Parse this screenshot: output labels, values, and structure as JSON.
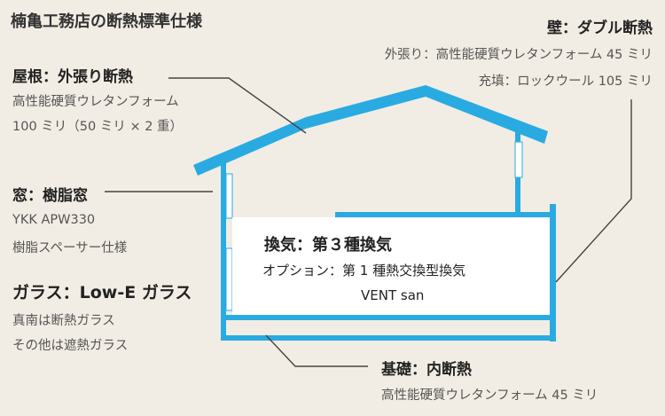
{
  "title": "楠亀工務店の断熱標準仕様",
  "roof": {
    "heading": "屋根：外張り断熱",
    "line1": "高性能硬質ウレタンフォーム",
    "line2": "100 ミリ（50 ミリ × 2 重）"
  },
  "wall": {
    "heading": "壁：ダブル断熱",
    "line1": "外張り：高性能硬質ウレタンフォーム 45 ミリ",
    "line2": "充填：ロックウール 105 ミリ"
  },
  "window": {
    "heading": "窓：樹脂窓",
    "line1": "YKK APW330",
    "line2": "樹脂スペーサー仕様"
  },
  "glass": {
    "heading": "ガラス：Low-E ガラス",
    "line1": "真南は断熱ガラス",
    "line2": "その他は遮熱ガラス"
  },
  "ventilation": {
    "heading": "換気：第３種換気",
    "line1": "オプション：第 1 種熱交換型換気",
    "line2": "VENT san"
  },
  "foundation": {
    "heading": "基礎：内断熱",
    "line1": "高性能硬質ウレタンフォーム 45 ミリ"
  },
  "colors": {
    "insulation": "#29abe2",
    "background": "#f2ede4",
    "leader": "#444444"
  }
}
